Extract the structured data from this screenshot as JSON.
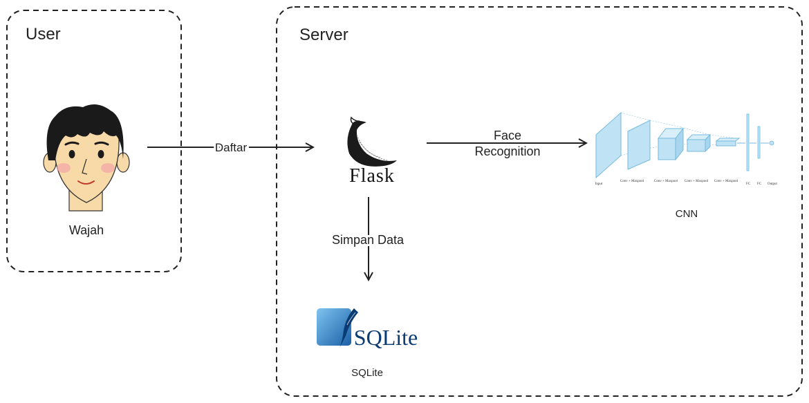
{
  "groups": {
    "user": {
      "title": "User"
    },
    "server": {
      "title": "Server"
    }
  },
  "nodes": {
    "face": {
      "caption": "Wajah"
    },
    "flask": {
      "logo_text": "Flask"
    },
    "cnn": {
      "caption": "CNN",
      "layer_labels": [
        "Input",
        "Conv + Maxpool",
        "Conv + Maxpool",
        "Conv + Maxpool",
        "Conv + Maxpool",
        "FC",
        "FC",
        "Output"
      ]
    },
    "sqlite": {
      "logo_text": "SQLite",
      "caption": "SQLite"
    }
  },
  "edges": {
    "daftar": {
      "label": "Daftar"
    },
    "face_recognition": {
      "label_line1": "Face",
      "label_line2": "Recognition"
    },
    "simpan_data": {
      "label": "Simpan Data"
    }
  },
  "colors": {
    "border": "#222222",
    "cnn_fill": "#bfe3f5",
    "cnn_edge": "#74b9dc",
    "sqlite_blue": "#1f6fb5",
    "sqlite_text": "#0b3b73",
    "skin": "#f8d9a8",
    "hair": "#1a1a1a",
    "cheek": "#f3a7a7"
  }
}
